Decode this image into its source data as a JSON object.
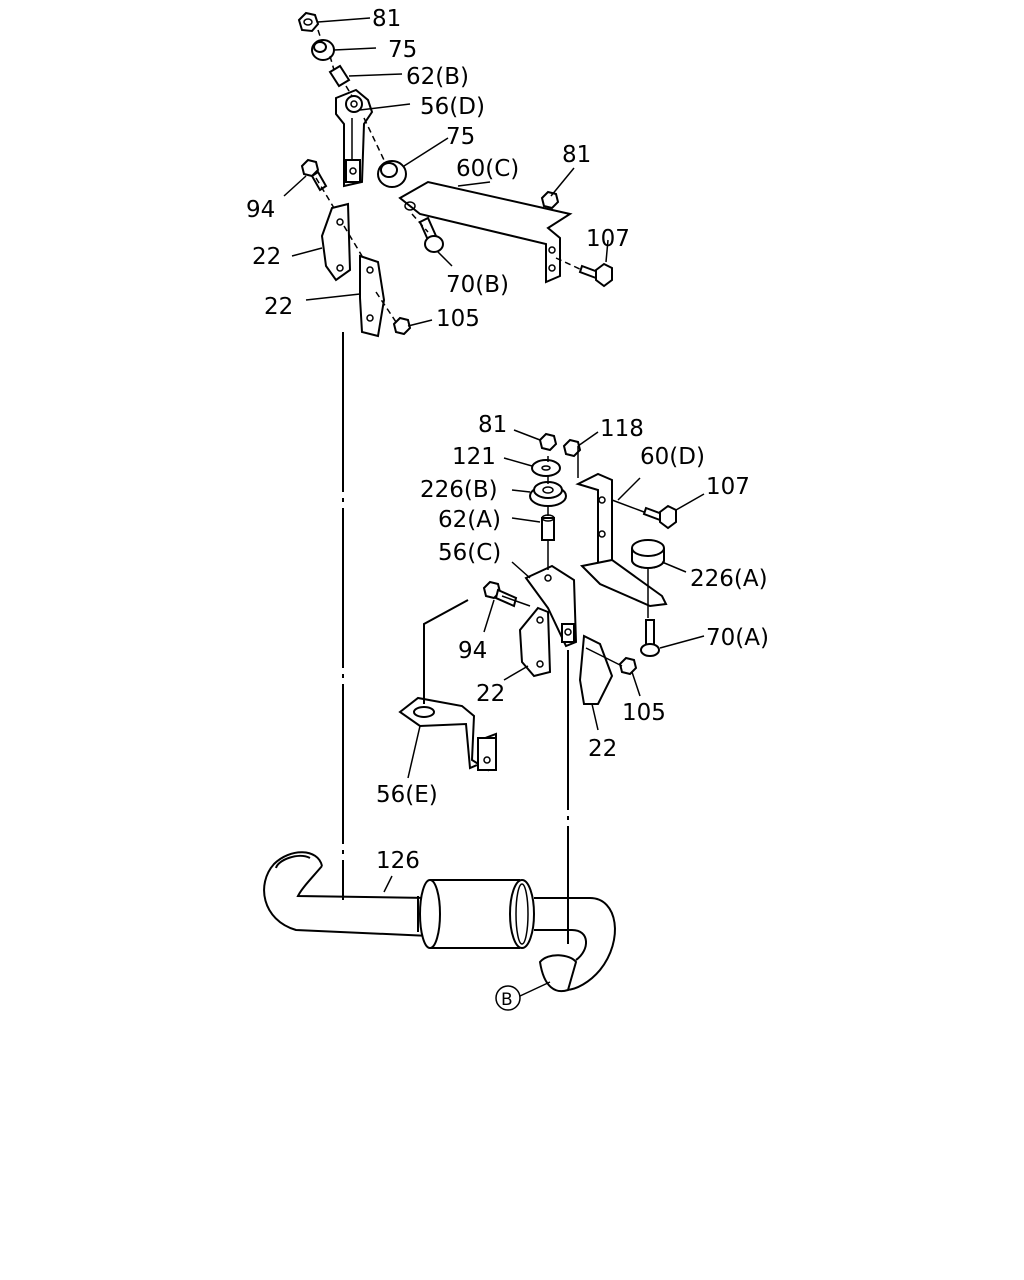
{
  "labels": {
    "l81_top": "81",
    "l75_top": "75",
    "l62b": "62(B)",
    "l56d": "56(D)",
    "l75_mid": "75",
    "l60c": "60(C)",
    "l81_right": "81",
    "l94_top": "94",
    "l22_a": "22",
    "l107_top": "107",
    "l22_b": "22",
    "l70b": "70(B)",
    "l105_top": "105",
    "l81_mid": "81",
    "l118": "118",
    "l60d": "60(D)",
    "l121": "121",
    "l107_mid": "107",
    "l226b": "226(B)",
    "l62a": "62(A)",
    "l56c": "56(C)",
    "l226a": "226(A)",
    "l70a": "70(A)",
    "l94_mid": "94",
    "l22_c": "22",
    "l105_mid": "105",
    "l22_d": "22",
    "l56e": "56(E)",
    "l126": "126",
    "lb": "B"
  }
}
